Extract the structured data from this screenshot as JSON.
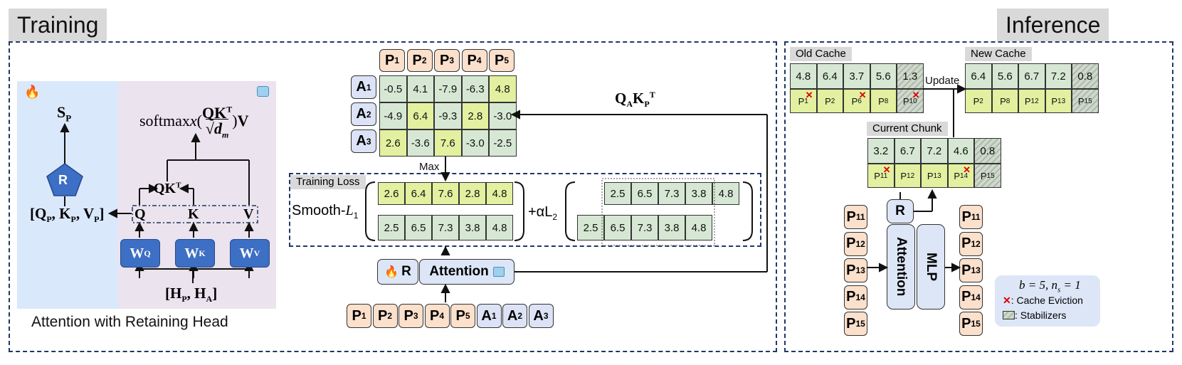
{
  "titles": {
    "training": "Training",
    "inference": "Inference"
  },
  "left_panel": {
    "caption": "Attention with Retaining Head",
    "output_label": "S",
    "output_sub": "P",
    "retain_head": "R",
    "softmax": "softmax",
    "qkv_tuple": "[Q",
    "input_tuple": "[H",
    "q": "Q",
    "k": "K",
    "v": "V",
    "qk": "QK",
    "wq": "W",
    "wq_sup": "Q",
    "wk": "W",
    "wk_sup": "K",
    "wv": "W",
    "wv_sup": "V",
    "fire_icon": "fire-icon",
    "ice_icon": "ice-cube-icon"
  },
  "middle": {
    "top_tokens": [
      {
        "l": "P",
        "s": "1"
      },
      {
        "l": "P",
        "s": "2"
      },
      {
        "l": "P",
        "s": "3"
      },
      {
        "l": "P",
        "s": "4"
      },
      {
        "l": "P",
        "s": "5"
      }
    ],
    "row_tokens": [
      {
        "l": "A",
        "s": "1"
      },
      {
        "l": "A",
        "s": "2"
      },
      {
        "l": "A",
        "s": "3"
      }
    ],
    "matrix": [
      [
        "-0.5",
        "4.1",
        "-7.9",
        "-6.3",
        "4.8"
      ],
      [
        "-4.9",
        "6.4",
        "-9.3",
        "2.8",
        "-3.0"
      ],
      [
        "2.6",
        "-3.6",
        "7.6",
        "-3.0",
        "-2.5"
      ]
    ],
    "matrix_highlight": [
      [
        0,
        0,
        0,
        0,
        1
      ],
      [
        0,
        1,
        0,
        1,
        0
      ],
      [
        1,
        0,
        1,
        0,
        0
      ]
    ],
    "max_label": "Max",
    "qk_label": "Q",
    "training_loss_tag": "Training Loss",
    "smooth_label": "Smooth-",
    "alpha_label": "+αL",
    "loss_row1": [
      "2.6",
      "6.4",
      "7.6",
      "2.8",
      "4.8"
    ],
    "loss_row2": [
      "2.5",
      "6.5",
      "7.3",
      "3.8",
      "4.8"
    ],
    "l2_row1": [
      "2.5",
      "6.5",
      "7.3",
      "3.8",
      "4.8"
    ],
    "l2_row2": [
      "2.5",
      "6.5",
      "7.3",
      "3.8",
      "4.8"
    ],
    "r_label": "R",
    "attention_label": "Attention",
    "bottom_tokens": [
      {
        "l": "P",
        "s": "1",
        "t": "p"
      },
      {
        "l": "P",
        "s": "2",
        "t": "p"
      },
      {
        "l": "P",
        "s": "3",
        "t": "p"
      },
      {
        "l": "P",
        "s": "4",
        "t": "p"
      },
      {
        "l": "P",
        "s": "5",
        "t": "p"
      },
      {
        "l": "A",
        "s": "1",
        "t": "a"
      },
      {
        "l": "A",
        "s": "2",
        "t": "a"
      },
      {
        "l": "A",
        "s": "3",
        "t": "a"
      }
    ]
  },
  "inference": {
    "old_cache_tag": "Old Cache",
    "new_cache_tag": "New Cache",
    "current_chunk_tag": "Current Chunk",
    "update_label": "Update",
    "old_values": [
      "4.8",
      "6.4",
      "3.7",
      "5.6",
      "1.3"
    ],
    "old_ids": [
      {
        "l": "P",
        "s": "1",
        "x": true
      },
      {
        "l": "P",
        "s": "2",
        "x": false
      },
      {
        "l": "P",
        "s": "6",
        "x": true
      },
      {
        "l": "P",
        "s": "8",
        "x": false
      },
      {
        "l": "P",
        "s": "10",
        "x": true
      }
    ],
    "new_values": [
      "6.4",
      "5.6",
      "6.7",
      "7.2",
      "0.8"
    ],
    "new_ids": [
      {
        "l": "P",
        "s": "2"
      },
      {
        "l": "P",
        "s": "8"
      },
      {
        "l": "P",
        "s": "12"
      },
      {
        "l": "P",
        "s": "13"
      },
      {
        "l": "P",
        "s": "15"
      }
    ],
    "chunk_values": [
      "3.2",
      "6.7",
      "7.2",
      "4.6",
      "0.8"
    ],
    "chunk_ids": [
      {
        "l": "P",
        "s": "11",
        "x": true
      },
      {
        "l": "P",
        "s": "12",
        "x": false
      },
      {
        "l": "P",
        "s": "13",
        "x": false
      },
      {
        "l": "P",
        "s": "14",
        "x": true
      },
      {
        "l": "P",
        "s": "15",
        "x": false
      }
    ],
    "in_tokens": [
      {
        "l": "P",
        "s": "11"
      },
      {
        "l": "P",
        "s": "12"
      },
      {
        "l": "P",
        "s": "13"
      },
      {
        "l": "P",
        "s": "14"
      },
      {
        "l": "P",
        "s": "15"
      }
    ],
    "r_label": "R",
    "attention_label": "Attention",
    "mlp_label": "MLP",
    "legend_eq": "b = 5, n",
    "legend_eq_sub": "s",
    "legend_eq_tail": " = 1",
    "legend_evict": ": Cache Eviction",
    "legend_stab": ": Stabilizers",
    "x_mark": "✕"
  }
}
